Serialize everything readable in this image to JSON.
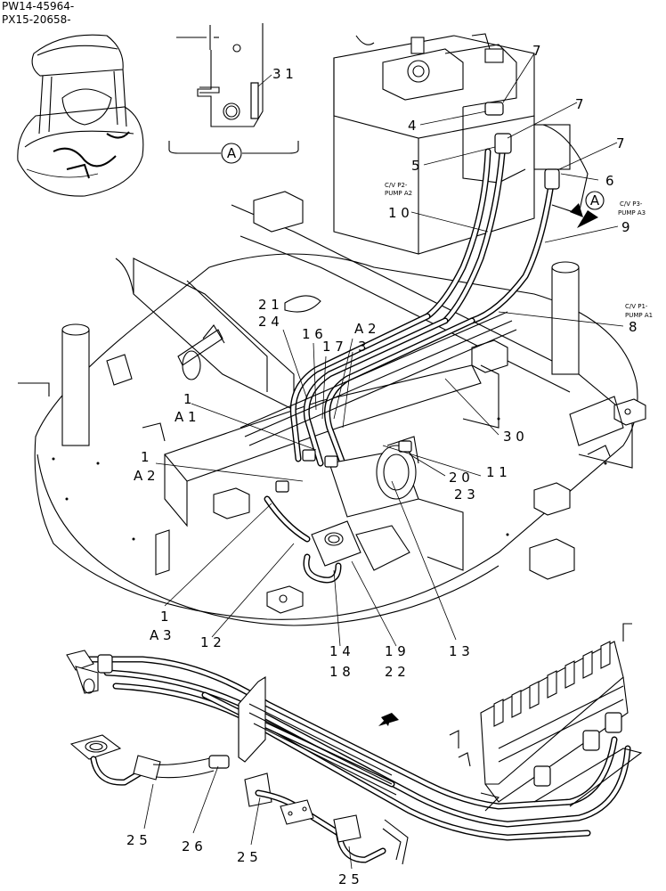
{
  "serials": [
    "PW14-45964-",
    "PX15-20658-"
  ],
  "inset": {
    "part": "3 1",
    "view": "A"
  },
  "view_marker": "A",
  "cv_labels": [
    {
      "id": "cv-p2",
      "lines": [
        "C/V P2-",
        "PUMP A2"
      ]
    },
    {
      "id": "cv-p3",
      "lines": [
        "C/V P3-",
        "PUMP A3"
      ]
    },
    {
      "id": "cv-p1",
      "lines": [
        "C/V P1-",
        "PUMP A1"
      ]
    }
  ],
  "callouts": [
    {
      "id": "c7a",
      "text": "7"
    },
    {
      "id": "c7b",
      "text": "7"
    },
    {
      "id": "c7c",
      "text": "7"
    },
    {
      "id": "c4",
      "text": "4"
    },
    {
      "id": "c5",
      "text": "5"
    },
    {
      "id": "c6",
      "text": "6"
    },
    {
      "id": "c10",
      "text": "1 0"
    },
    {
      "id": "c9",
      "text": "9"
    },
    {
      "id": "c8",
      "text": "8"
    },
    {
      "id": "c21",
      "text": "2 1"
    },
    {
      "id": "c24",
      "text": "2 4"
    },
    {
      "id": "c16",
      "text": "1 6"
    },
    {
      "id": "c17",
      "text": "1 7"
    },
    {
      "id": "c3",
      "text": "3"
    },
    {
      "id": "cA2a",
      "text": "A 2"
    },
    {
      "id": "c1a",
      "text": "1"
    },
    {
      "id": "cA1",
      "text": "A 1"
    },
    {
      "id": "c30",
      "text": "3 0"
    },
    {
      "id": "c1b",
      "text": "1"
    },
    {
      "id": "cA2b",
      "text": "A 2"
    },
    {
      "id": "c20",
      "text": "2 0"
    },
    {
      "id": "c11",
      "text": "1 1"
    },
    {
      "id": "c23",
      "text": "2 3"
    },
    {
      "id": "c1c",
      "text": "1"
    },
    {
      "id": "cA3",
      "text": "A 3"
    },
    {
      "id": "c12",
      "text": "1 2"
    },
    {
      "id": "c14",
      "text": "1 4"
    },
    {
      "id": "c18",
      "text": "1 8"
    },
    {
      "id": "c19",
      "text": "1 9"
    },
    {
      "id": "c22",
      "text": "2 2"
    },
    {
      "id": "c13",
      "text": "1 3"
    },
    {
      "id": "c25a",
      "text": "2 5"
    },
    {
      "id": "c26",
      "text": "2 6"
    },
    {
      "id": "c25b",
      "text": "2 5"
    },
    {
      "id": "c25c",
      "text": "2 5"
    }
  ]
}
